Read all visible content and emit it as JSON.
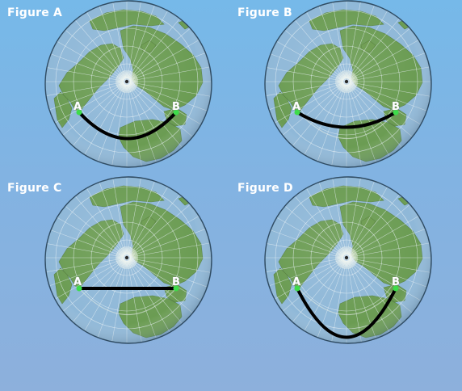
{
  "figures": [
    {
      "label": "Figure A",
      "point_a": "A",
      "point_b": "B",
      "route": "great-circle arc"
    },
    {
      "label": "Figure B",
      "point_a": "A",
      "point_b": "B",
      "route": "shallow arc"
    },
    {
      "label": "Figure C",
      "point_a": "A",
      "point_b": "B",
      "route": "straight line"
    },
    {
      "label": "Figure D",
      "point_a": "A",
      "point_b": "B",
      "route": "deep arc"
    }
  ],
  "colors": {
    "ocean": "#8fb8d8",
    "land": "#6a9a4c",
    "route": "#000000",
    "point": "#3ddc4a",
    "background": "#7fb5e6"
  },
  "icons": [
    "polar-globe-icon",
    "north-pole-icon"
  ]
}
